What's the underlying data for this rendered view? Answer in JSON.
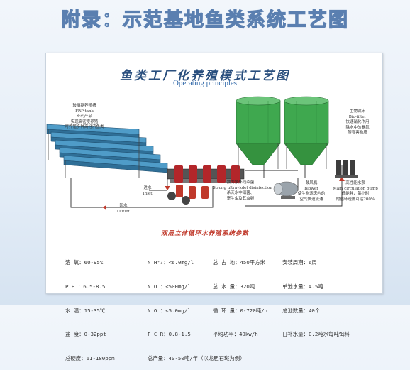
{
  "slide": {
    "title": "附录：示范基地鱼类系统工艺图"
  },
  "diagram": {
    "title_cn": "鱼类工厂化养殖模式工艺图",
    "title_en": "Operating principles",
    "tank": {
      "name_cn": "玻璃钢养殖槽",
      "name_en": "FRP tank",
      "desc1": "专利产品",
      "desc2": "实现高密度养殖",
      "desc3": "可养殖多种高经济鱼类"
    },
    "inlet": {
      "cn": "进水",
      "en": "Inlet"
    },
    "outlet": {
      "cn": "回水",
      "en": "Outlet"
    },
    "uv": {
      "name_cn": "独力紫外线杀菌",
      "name_en": "Strong ultraviolet disinfection",
      "desc1": "杀灭水中细菌、",
      "desc2": "寄生虫及其虫卵"
    },
    "blower": {
      "name_cn": "鼓风机",
      "name_en": "Blower",
      "desc1": "使生物滤床内的",
      "desc2": "空气快速流通"
    },
    "pump": {
      "name_cn": "高性能水泵",
      "name_en": "Main circulation pump",
      "desc1": "低能耗，每小时",
      "desc2": "的循环速度可达200%"
    },
    "biofilter": {
      "name_cn": "生物滤床",
      "name_en": "Bio-filter",
      "desc1": "快速硝化作用",
      "desc2": "除水中的氨氮",
      "desc3": "等有害物质"
    }
  },
  "parameters": {
    "title": "双层立体循环水养殖系统参数",
    "col1": [
      "溶 氧：60-95%",
      "P H ：6.5-8.5",
      "水 温：15-35℃",
      "盐 度：0-32ppt",
      "总硬度：61-180ppm"
    ],
    "col2": [
      "N H⁺₄：<6.0mg/l",
      "N O ：<500mg/l",
      "N O ：<5.0mg/l",
      "F C R：0.8-1.5",
      "总产量：40-50吨/年（以龙胆石斑为例）"
    ],
    "col3": [
      "总 占 地：450平方米",
      "总 水 量：320吨",
      "循 环 量：0-720吨/h",
      "平均功率：40kw/h"
    ],
    "col4": [
      "安装周期：6周",
      "单池水量：4.5吨",
      "总池数量：40个",
      "日补水量：0.2吨水每吨饵料"
    ]
  },
  "colors": {
    "title_fill": "#d8eaf9",
    "title_stroke": "#5a7fb0",
    "tank_green": "#3fa84f",
    "frp_tank": "#4f9cc8",
    "pipe": "#2c2c2c",
    "label_red": "#c0392b"
  }
}
